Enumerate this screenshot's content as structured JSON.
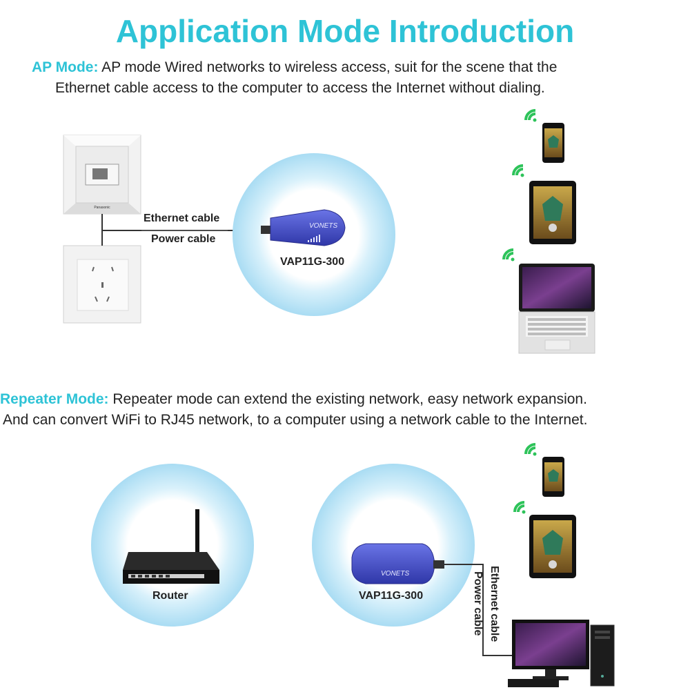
{
  "title": "Application Mode Introduction",
  "ap_mode": {
    "label": "AP Mode:",
    "line1": "AP mode Wired networks to wireless access, suit for the scene that the",
    "line2": "Ethernet cable access to the computer to access the Internet without dialing.",
    "ethernet_label": "Ethernet cable",
    "power_label": "Power cable",
    "device_label": "VAP11G-300",
    "wall_plate_brand": "Panasonic",
    "device_logo": "VONETS"
  },
  "repeater_mode": {
    "label": "Repeater Mode:",
    "line1": "Repeater mode can extend the existing network, easy network expansion.",
    "line2": "And can convert WiFi to RJ45 network, to a computer using a network cable to the Internet.",
    "router_label": "Router",
    "device_label": "VAP11G-300",
    "ethernet_label": "Ethernet cable",
    "power_label": "Power cable",
    "device_logo": "VONETS"
  },
  "colors": {
    "accent": "#2ec3d6",
    "halo": "#bfe8f7",
    "device": "#4a55c8"
  },
  "icons": [
    "wifi-icon",
    "phone-icon",
    "tablet-icon",
    "laptop-icon",
    "desktop-icon",
    "router-icon",
    "ethernet-socket-icon",
    "power-socket-icon"
  ]
}
